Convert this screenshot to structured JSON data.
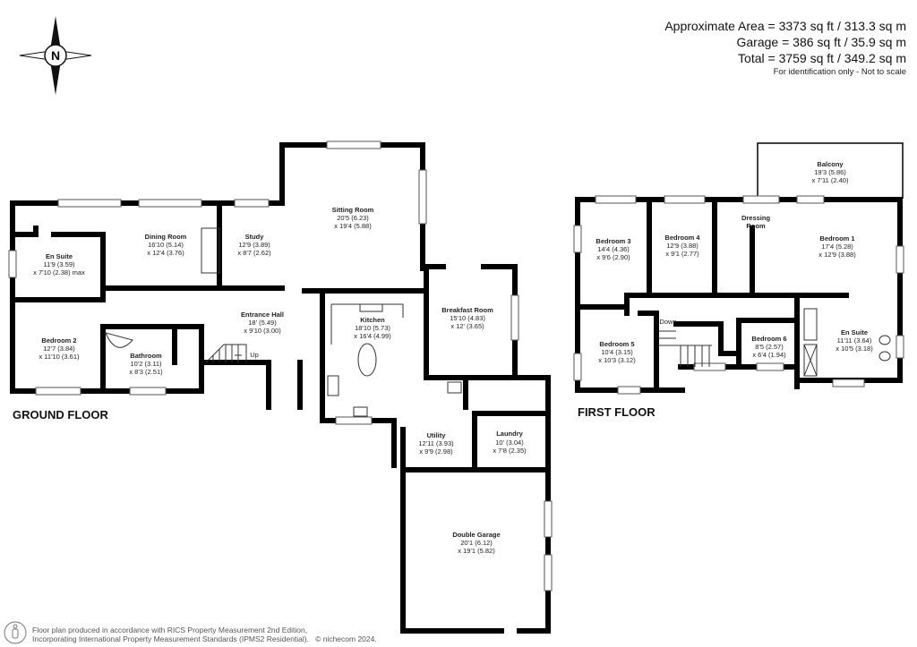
{
  "header": {
    "area": "Approximate Area = 3373 sq ft / 313.3 sq m",
    "garage": "Garage = 386 sq ft / 35.9 sq m",
    "total": "Total = 3759 sq ft / 349.2 sq m",
    "note": "For identification only - Not to scale"
  },
  "compass": {
    "label": "N",
    "icon": "compass-rose-icon"
  },
  "ground_floor": {
    "label": "GROUND FLOOR",
    "rooms": [
      {
        "name": "En Suite",
        "dim1": "11'9 (3.59)",
        "dim2": "x 7'10 (2.38) max"
      },
      {
        "name": "Dining Room",
        "dim1": "16'10 (5.14)",
        "dim2": "x 12'4 (3.76)"
      },
      {
        "name": "Study",
        "dim1": "12'9 (3.89)",
        "dim2": "x 8'7 (2.62)"
      },
      {
        "name": "Sitting Room",
        "dim1": "20'5 (6.23)",
        "dim2": "x 19'4 (5.88)"
      },
      {
        "name": "Entrance Hall",
        "dim1": "18' (5.49)",
        "dim2": "x 9'10 (3.00)"
      },
      {
        "name": "Bedroom 2",
        "dim1": "12'7 (3.84)",
        "dim2": "x 11'10 (3.61)"
      },
      {
        "name": "Bathroom",
        "dim1": "10'2 (3.11)",
        "dim2": "x 8'3 (2.51)"
      },
      {
        "name": "Kitchen",
        "dim1": "18'10 (5.73)",
        "dim2": "x 16'4 (4.99)"
      },
      {
        "name": "Breakfast Room",
        "dim1": "15'10 (4.83)",
        "dim2": "x 12' (3.65)"
      },
      {
        "name": "Utility",
        "dim1": "12'11 (3.93)",
        "dim2": "x 9'9 (2.98)"
      },
      {
        "name": "Laundry",
        "dim1": "10' (3.04)",
        "dim2": "x 7'8 (2.35)"
      },
      {
        "name": "Double Garage",
        "dim1": "20'1 (6.12)",
        "dim2": "x 19'1 (5.82)"
      }
    ],
    "stairs_label": "Up"
  },
  "first_floor": {
    "label": "FIRST FLOOR",
    "rooms": [
      {
        "name": "Balcony",
        "dim1": "19'3 (5.86)",
        "dim2": "x 7'11 (2.40)"
      },
      {
        "name": "Bedroom 3",
        "dim1": "14'4 (4.36)",
        "dim2": "x 9'6 (2.90)"
      },
      {
        "name": "Bedroom 4",
        "dim1": "12'9 (3.88)",
        "dim2": "x 9'1 (2.77)"
      },
      {
        "name": "Dressing",
        "dim1": "Room",
        "dim2": ""
      },
      {
        "name": "Bedroom 1",
        "dim1": "17'4 (5.28)",
        "dim2": "x 12'9 (3.88)"
      },
      {
        "name": "Bedroom 5",
        "dim1": "10'4 (3.15)",
        "dim2": "x 10'3 (3.12)"
      },
      {
        "name": "Bedroom 6",
        "dim1": "8'5 (2.57)",
        "dim2": "x 6'4 (1.94)"
      },
      {
        "name": "En Suite",
        "dim1": "11'11 (3.64)",
        "dim2": "x 10'5 (3.18)"
      }
    ],
    "stairs_label": "Down"
  },
  "footer": {
    "line1": "Floor plan produced in accordance with RICS Property Measurement 2nd Edition,",
    "line2": "Incorporating International Property Measurement Standards (IPMS2 Residential).",
    "copyright": "© nichecom 2024."
  }
}
